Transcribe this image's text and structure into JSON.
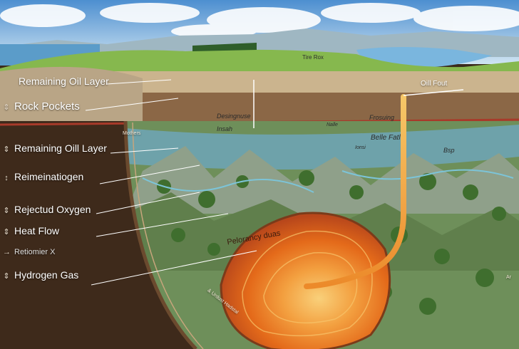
{
  "labels": {
    "remaining_oil_top": "Remaining Oil Layer",
    "rock_pockets": "Rock Pockets",
    "remaining_oil": "Remaining Oill Layer",
    "reimeination": "Reimeinatiogen",
    "rejected_oxygen": "Rejectud Oxygen",
    "heat_flow": "Heat Flow",
    "retiomier": "Retiomier X",
    "hydrogen_gas": "Hydrogen Gas"
  },
  "annotations": {
    "oil_fout": "Oill Fout",
    "tire_rox": "Tire Rox",
    "desingnuse": "Desingnuse",
    "insah": "Insah",
    "frosuing": "Frosuing",
    "belle_fatl": "Belle Fatl",
    "bsp": "Bsp",
    "nalle": "Nalle",
    "ionsi": "Ionsi",
    "mothers": "Mothers",
    "pelorancy_duas": "Pelorancy duas",
    "bottom_arc": "& Urdust Hadstal",
    "ar": "Ar"
  },
  "colors": {
    "sky": "#7fb4dc",
    "grass": "#7fb04a",
    "soil": "#4a3322",
    "magma_outer": "#e8731e",
    "magma_inner": "#f6b04a",
    "well_pipe": "#f2a63a"
  }
}
